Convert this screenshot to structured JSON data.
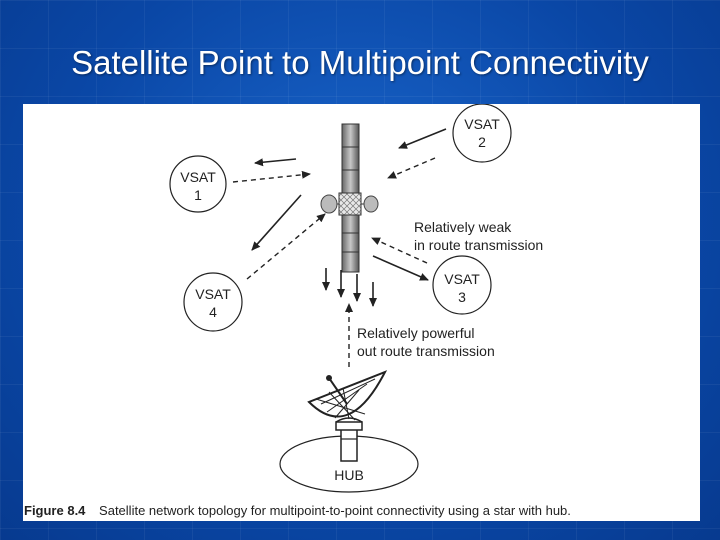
{
  "title": "Satellite Point to Multipoint Connectivity",
  "diagram": {
    "vsat_label": "VSAT",
    "vsat1_num": "1",
    "vsat2_num": "2",
    "vsat3_num": "3",
    "vsat4_num": "4",
    "weak_line1": "Relatively weak",
    "weak_line2": "in route transmission",
    "powerful_line1": "Relatively powerful",
    "powerful_line2": "out route transmission",
    "hub_label": "HUB"
  },
  "caption": {
    "figure_no": "Figure 8.4",
    "text": "Satellite network topology for multipoint-to-point connectivity using a star with hub."
  },
  "colors": {
    "slide_background": "#0b4fb3",
    "figure_background": "#ffffff",
    "ink": "#222222"
  }
}
